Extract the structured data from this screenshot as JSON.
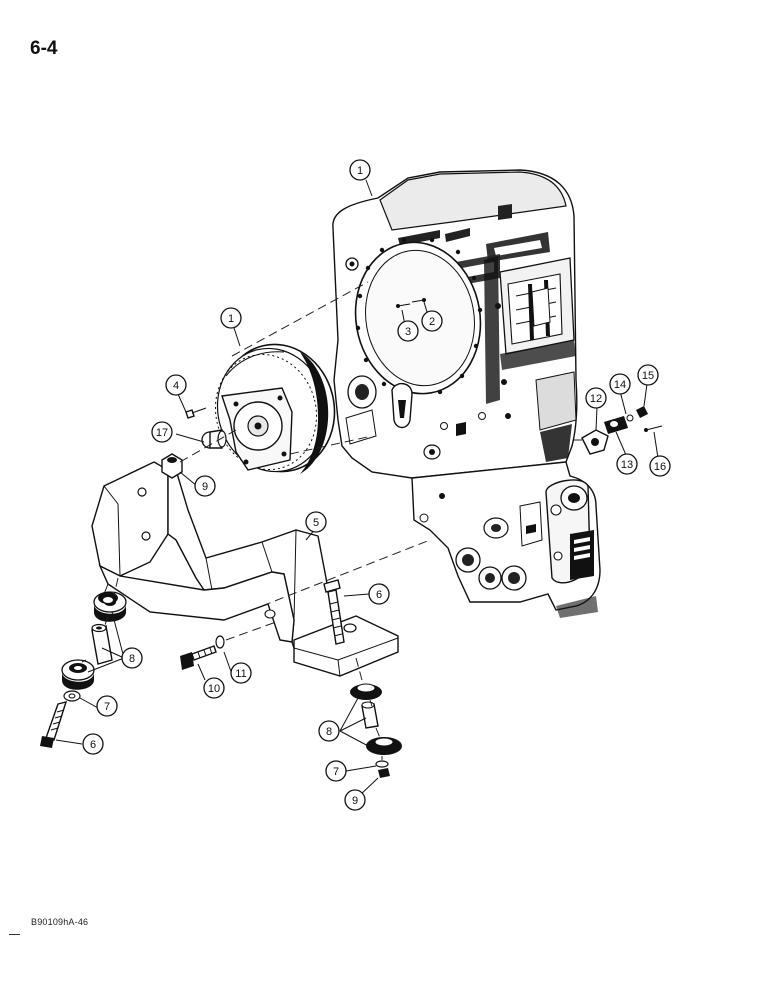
{
  "page": {
    "number": "6-4",
    "figure_code": "B90109hA-46"
  },
  "parts": [
    {
      "id": "tx-housing",
      "callout": "1"
    },
    {
      "id": "torque-converter",
      "callout": "1"
    },
    {
      "id": "pin-2",
      "callout": "2"
    },
    {
      "id": "pin-3",
      "callout": "3"
    },
    {
      "id": "screw-4",
      "callout": "4"
    },
    {
      "id": "mount-bracket",
      "callout": "5"
    },
    {
      "id": "bolt-6-right",
      "callout": "6"
    },
    {
      "id": "bolt-6-left",
      "callout": "6"
    },
    {
      "id": "washer-7-left",
      "callout": "7"
    },
    {
      "id": "washer-7-right",
      "callout": "7"
    },
    {
      "id": "isolator-8-left",
      "callout": "8"
    },
    {
      "id": "isolator-8-right",
      "callout": "8"
    },
    {
      "id": "nut-9-upper",
      "callout": "9"
    },
    {
      "id": "nut-9-lower",
      "callout": "9"
    },
    {
      "id": "bolt-10",
      "callout": "10"
    },
    {
      "id": "washer-11",
      "callout": "11"
    },
    {
      "id": "gasket-12",
      "callout": "12"
    },
    {
      "id": "plate-13",
      "callout": "13"
    },
    {
      "id": "oring-14",
      "callout": "14"
    },
    {
      "id": "fitting-15",
      "callout": "15"
    },
    {
      "id": "screw-16",
      "callout": "16"
    },
    {
      "id": "bushing-17",
      "callout": "17"
    }
  ]
}
